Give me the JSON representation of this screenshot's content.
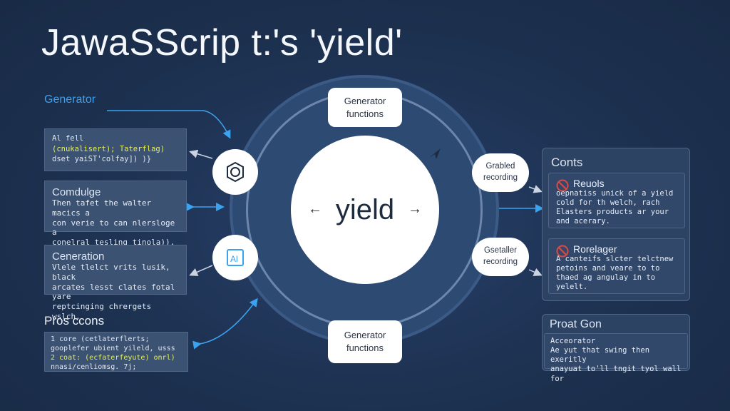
{
  "title": "JawaSScrip t:'s 'yield'",
  "center": {
    "label": "yield",
    "left_arrow": "←",
    "right_arrow": "→"
  },
  "nodes": {
    "top": "Generator functions",
    "bottom": "Generator functions",
    "right_top": "Grabled recording",
    "right_bottom": "Gsetaller recording"
  },
  "left": {
    "generator_label": "Generator",
    "code1": {
      "line1": "Al fell",
      "line2": "(cnukalisert); Taterflag)",
      "line3": "dset yaiST'colfay]) )}"
    },
    "panel2": {
      "title": "Comdulge",
      "lines": [
        "Then tafet the walter macics a",
        "con verie to can nlersloge a",
        "conelral tesling tinola))."
      ]
    },
    "panel3": {
      "title": "Ceneration",
      "lines": [
        "Vlele tlelct vrits lusik, black",
        "arcates lesst clates fotal yare",
        "reptcinging chrergets wslch."
      ]
    },
    "pros_label": "Pros ccons",
    "code2": {
      "line1": "1 core (cetlaterflerts;",
      "line2": "gooplefer ubient yileld, usss",
      "line3": "2 coat: (ecfaterfeyute) onrl)",
      "line4": "nnasi/cenliomsg. 7j;"
    }
  },
  "right": {
    "conts_title": "Conts",
    "item1": {
      "title": "Reuols",
      "lines": [
        "oepnatiss unick of a yield",
        "cold for th welch, rach",
        "Elasters products ar your",
        "and acerary."
      ]
    },
    "item2": {
      "title": "Rorelager",
      "lines": [
        "A canteifs slcter telctnew",
        "petoins and veare to to",
        "thaed ag angulay in to",
        "yelelt."
      ]
    },
    "proat_title": "Proat Gon",
    "proat_lines": [
      "Acceorator",
      "Ae yut that swing then exeritly",
      "anayuat to'll tngit tyol wall for"
    ]
  },
  "colors": {
    "background": "#1d3150",
    "accent_blue": "#3ba2f0",
    "highlight_yellow": "#e6ef5a",
    "error_red": "#d84a4a"
  },
  "icons": [
    "gear-hex-icon",
    "ai-document-icon",
    "send-arrow-icon",
    "no-entry-icon"
  ]
}
